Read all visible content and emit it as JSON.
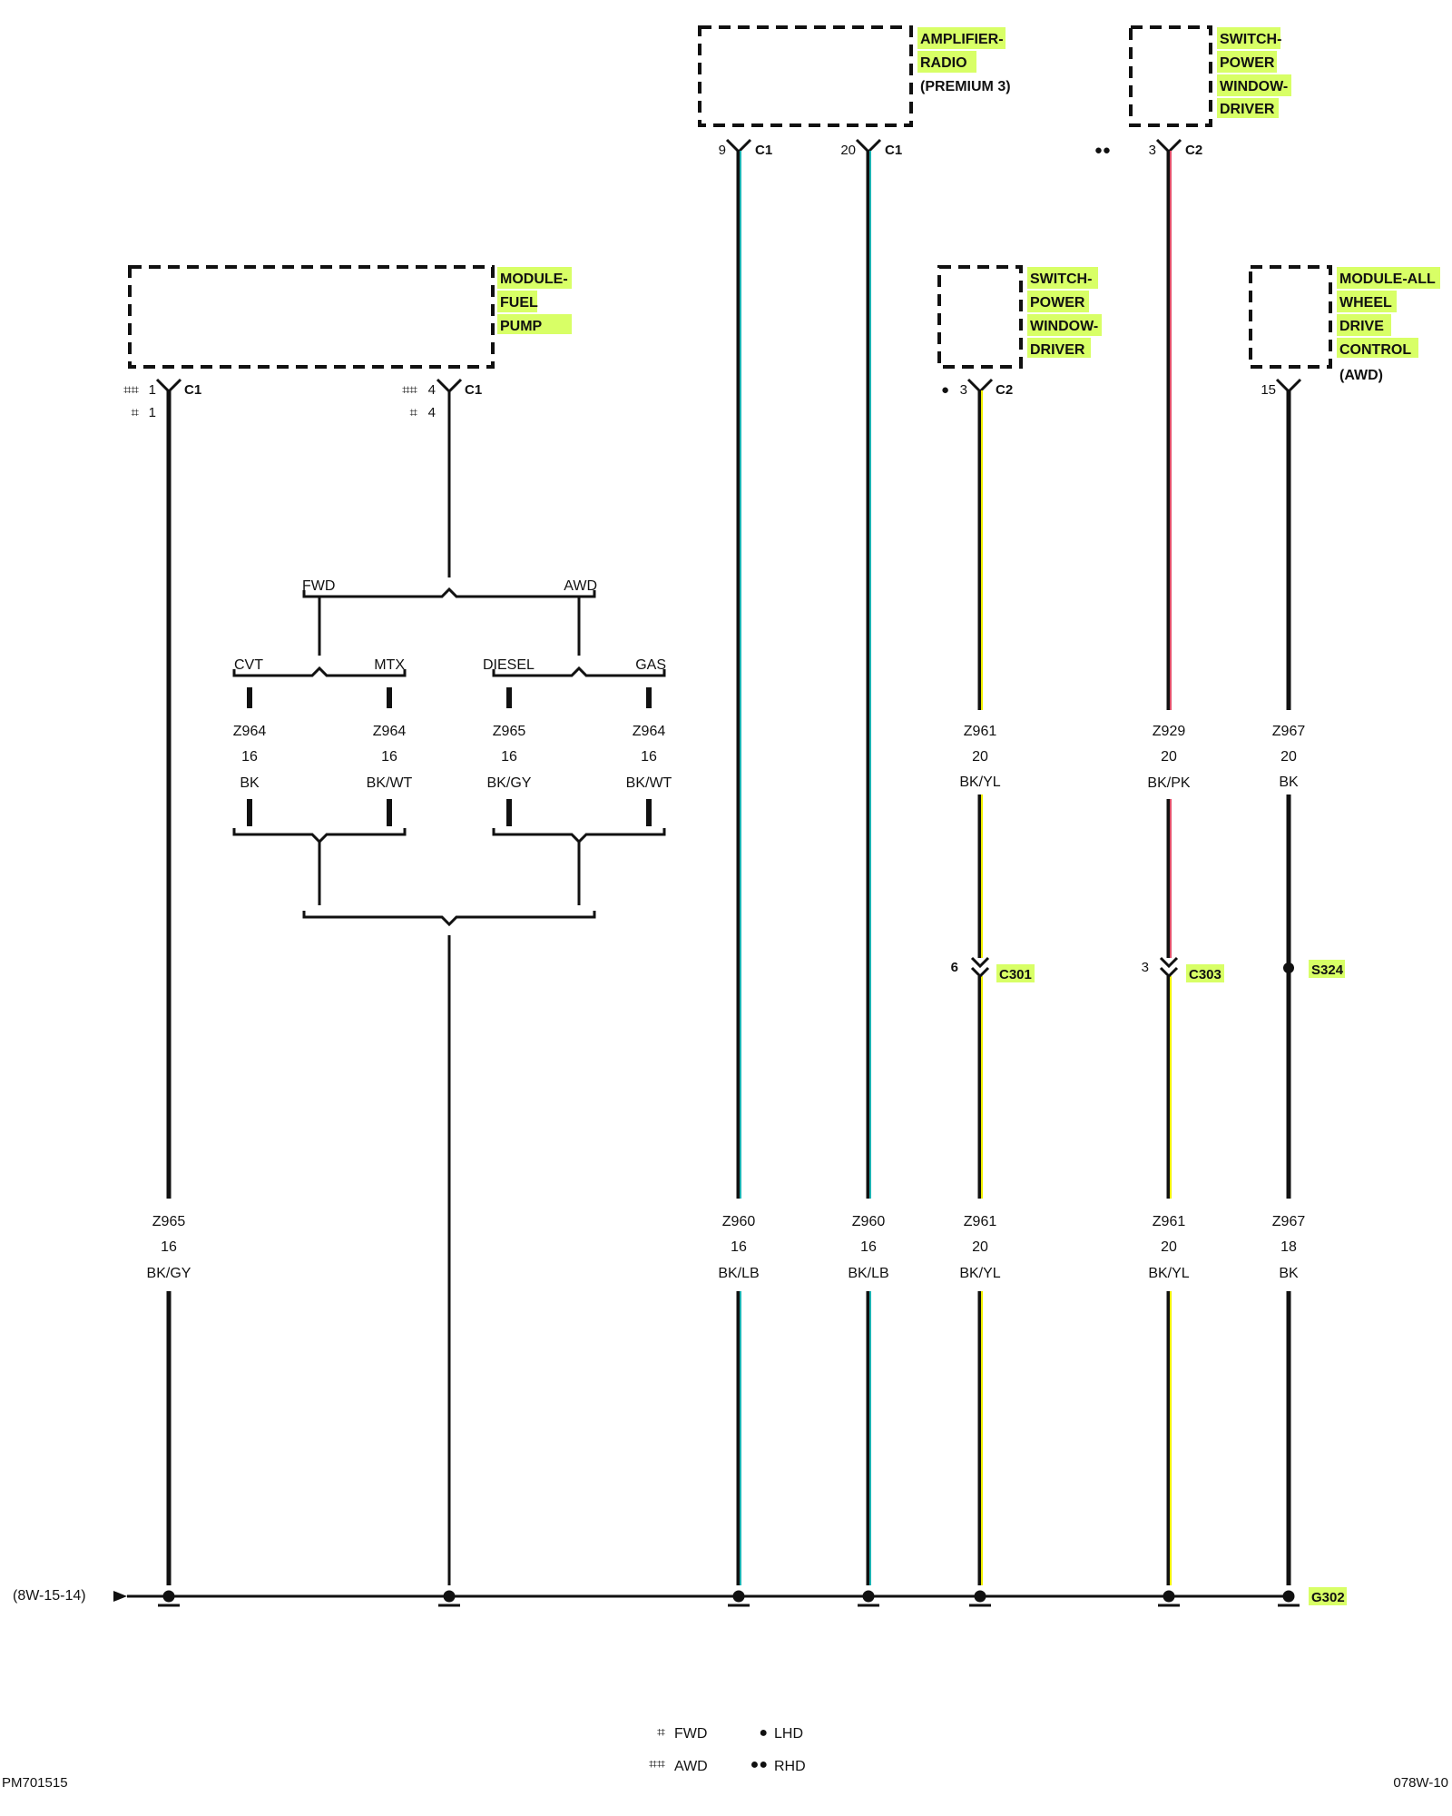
{
  "components": {
    "amplifier_radio": {
      "lines": [
        "AMPLIFIER-",
        "RADIO"
      ],
      "note": "(PREMIUM 3)"
    },
    "switch_power_window_top": {
      "lines": [
        "SWITCH-",
        "POWER",
        "WINDOW-",
        "DRIVER"
      ]
    },
    "module_fuel_pump": {
      "lines": [
        "MODULE-",
        "FUEL",
        "PUMP"
      ]
    },
    "switch_power_window_mid": {
      "lines": [
        "SWITCH-",
        "POWER",
        "WINDOW-",
        "DRIVER"
      ]
    },
    "module_awd": {
      "lines": [
        "MODULE-ALL",
        "WHEEL",
        "DRIVE",
        "CONTROL"
      ],
      "note": "(AWD)"
    }
  },
  "pins": {
    "amp_pin9": {
      "pin": "9",
      "conn": "C1"
    },
    "amp_pin20": {
      "pin": "20",
      "conn": "C1"
    },
    "sw_top_pin3": {
      "marker": "●●",
      "pin": "3",
      "conn": "C2"
    },
    "fp_pin1": {
      "marker": "⌗⌗",
      "pin": "1",
      "conn": "C1",
      "alt_marker": "⌗",
      "alt_pin": "1"
    },
    "fp_pin4": {
      "marker": "⌗⌗",
      "pin": "4",
      "conn": "C1",
      "alt_marker": "⌗",
      "alt_pin": "4"
    },
    "sw_mid_pin3": {
      "marker": "●",
      "pin": "3",
      "conn": "C2"
    },
    "awd_pin15": {
      "pin": "15"
    }
  },
  "branches": {
    "top": {
      "left": "FWD",
      "right": "AWD"
    },
    "fwd": {
      "left": "CVT",
      "right": "MTX"
    },
    "awd": {
      "left": "DIESEL",
      "right": "GAS"
    },
    "wires": [
      {
        "circuit": "Z964",
        "gauge": "16",
        "color": "BK"
      },
      {
        "circuit": "Z964",
        "gauge": "16",
        "color": "BK/WT"
      },
      {
        "circuit": "Z965",
        "gauge": "16",
        "color": "BK/GY"
      },
      {
        "circuit": "Z964",
        "gauge": "16",
        "color": "BK/WT"
      }
    ]
  },
  "upper_wires": {
    "z961": {
      "circuit": "Z961",
      "gauge": "20",
      "color": "BK/YL"
    },
    "z929": {
      "circuit": "Z929",
      "gauge": "20",
      "color": "BK/PK"
    },
    "z967": {
      "circuit": "Z967",
      "gauge": "20",
      "color": "BK"
    }
  },
  "inline": {
    "c301": {
      "pin": "6",
      "name": "C301"
    },
    "c303": {
      "pin": "3",
      "name": "C303"
    },
    "s324": {
      "name": "S324"
    }
  },
  "lower_wires": [
    {
      "circuit": "Z965",
      "gauge": "16",
      "color": "BK/GY"
    },
    {
      "circuit": "Z960",
      "gauge": "16",
      "color": "BK/LB"
    },
    {
      "circuit": "Z960",
      "gauge": "16",
      "color": "BK/LB"
    },
    {
      "circuit": "Z961",
      "gauge": "20",
      "color": "BK/YL"
    },
    {
      "circuit": "Z961",
      "gauge": "20",
      "color": "BK/YL"
    },
    {
      "circuit": "Z967",
      "gauge": "18",
      "color": "BK"
    }
  ],
  "ground": {
    "ref": "(8W-15-14)",
    "name": "G302"
  },
  "legend": {
    "fwd_marker": "⌗",
    "fwd": "FWD",
    "awd_marker": "⌗⌗",
    "awd": "AWD",
    "lhd_marker": "●",
    "lhd": "LHD",
    "rhd_marker": "●●",
    "rhd": "RHD"
  },
  "footer": {
    "left": "PM701515",
    "right": "078W-10"
  },
  "colors": {
    "highlight": "#d8ff66",
    "black": "#111111",
    "light_blue": "#1fb3b3",
    "yellow": "#f0f000",
    "pink": "#e0506a"
  }
}
